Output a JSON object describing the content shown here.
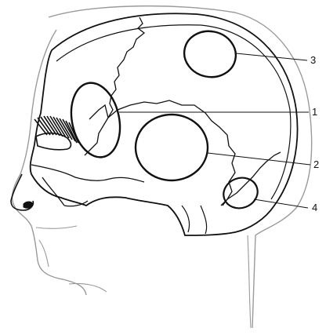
{
  "figure": {
    "callouts": [
      {
        "id": "region-1",
        "label": "1"
      },
      {
        "id": "region-2",
        "label": "2"
      },
      {
        "id": "region-3",
        "label": "3"
      },
      {
        "id": "region-4",
        "label": "4"
      }
    ],
    "colors": {
      "line": "#111111",
      "faint_line": "#9a9a9a",
      "background": "#ffffff"
    }
  }
}
